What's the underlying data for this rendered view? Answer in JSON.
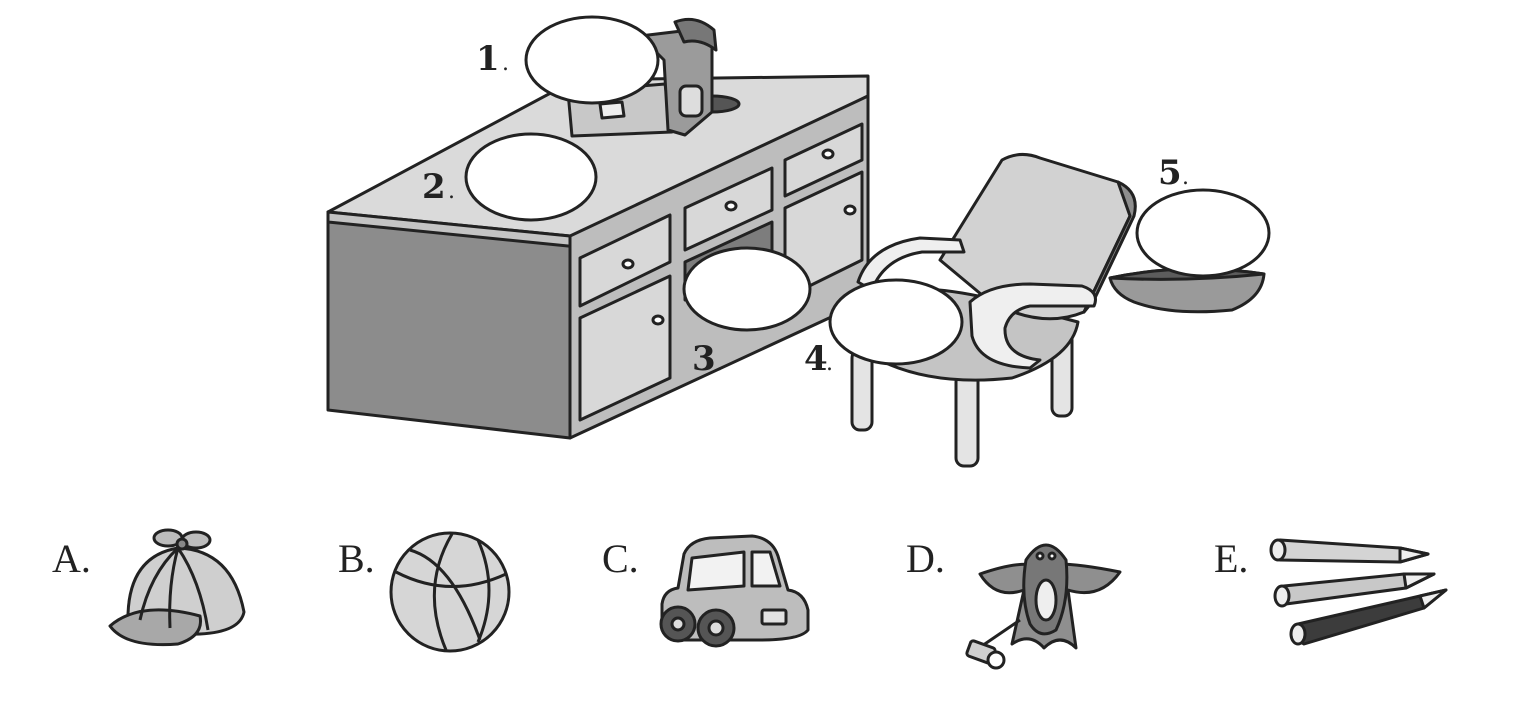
{
  "scene": {
    "blanks": [
      {
        "label": "1",
        "punct": "."
      },
      {
        "label": "2",
        "punct": "."
      },
      {
        "label": "3",
        "punct": "."
      },
      {
        "label": "4",
        "punct": "."
      },
      {
        "label": "5",
        "punct": "."
      }
    ]
  },
  "options": [
    {
      "letter": "A.",
      "icon": "cap-icon"
    },
    {
      "letter": "B.",
      "icon": "basketball-icon"
    },
    {
      "letter": "C.",
      "icon": "toy-car-icon"
    },
    {
      "letter": "D.",
      "icon": "kite-icon"
    },
    {
      "letter": "E.",
      "icon": "pencils-icon"
    }
  ],
  "colors": {
    "ink": "#222222",
    "gray_dark": "#8a8a8a",
    "gray_mid": "#b5b5b5",
    "gray_light": "#dcdcdc"
  }
}
